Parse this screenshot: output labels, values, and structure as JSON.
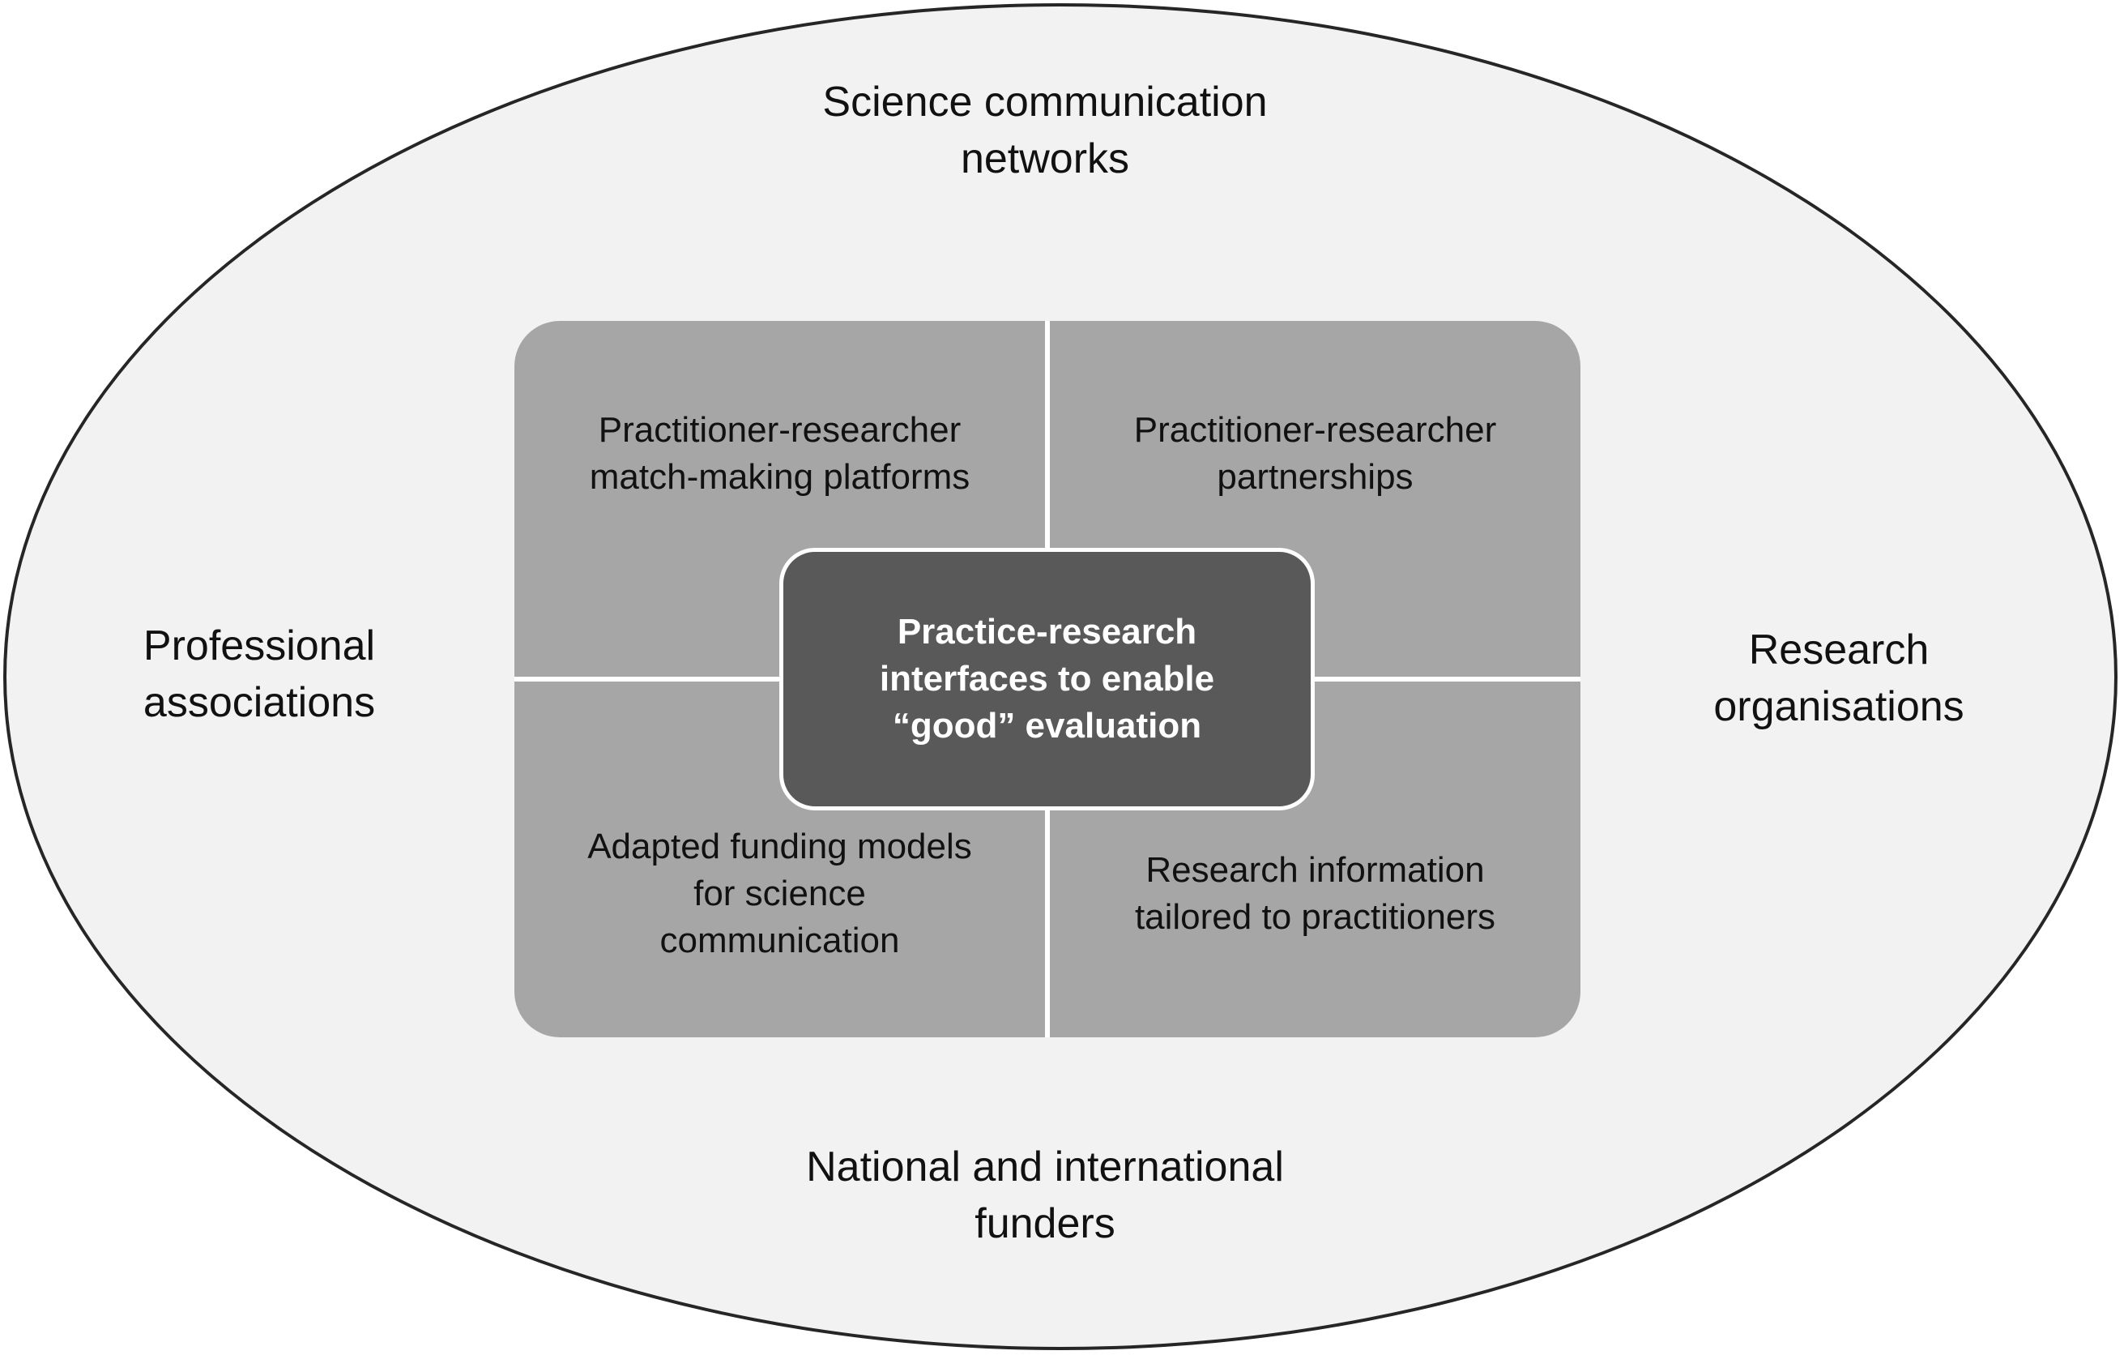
{
  "diagram": {
    "outer": {
      "top": "Science communication\nnetworks",
      "left": "Professional\nassociations",
      "right": "Research\norganisations",
      "bottom": "National and international\nfunders"
    },
    "quadrants": {
      "top_left": "Practitioner-researcher\nmatch-making platforms",
      "top_right": "Practitioner-researcher\npartnerships",
      "bottom_left": "Adapted funding models\nfor science\ncommunication",
      "bottom_right": "Research information\ntailored to practitioners"
    },
    "center": "Practice-research\ninterfaces to enable\n“good” evaluation"
  },
  "colors": {
    "outer_fill": "#f2f2f2",
    "quadrant_fill": "#a6a6a6",
    "center_fill": "#595959",
    "outline": "#262626"
  }
}
